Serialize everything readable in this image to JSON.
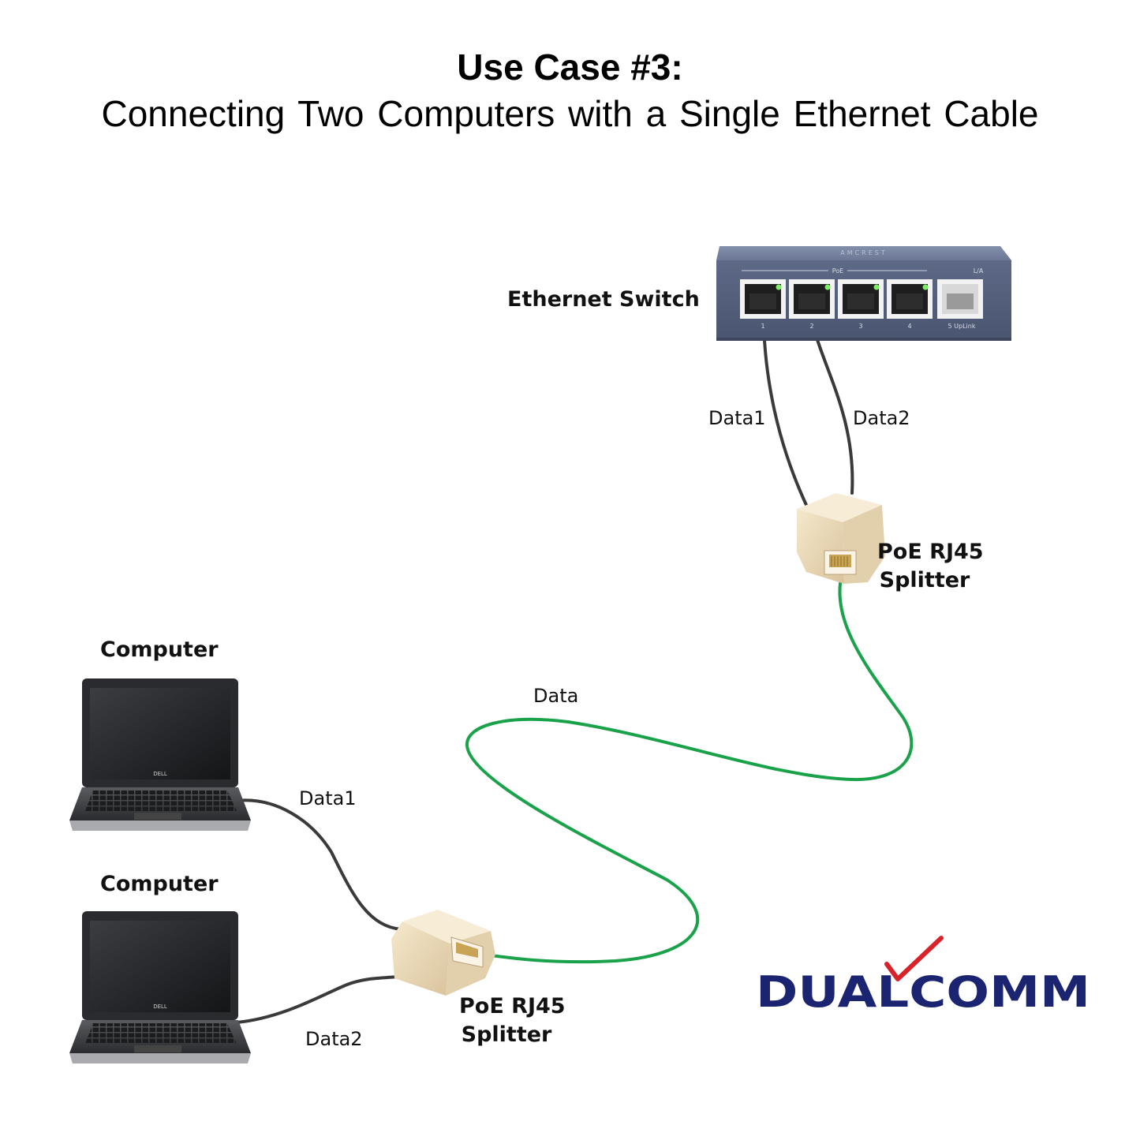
{
  "title": {
    "line1": "Use Case #3:",
    "line2": "Connecting Two Computers with a Single Ethernet Cable"
  },
  "switch": {
    "label": "Ethernet  Switch",
    "brand": "AMCREST",
    "poe_label": "PoE",
    "la_label": "L/A",
    "port_numbers": [
      "1",
      "2",
      "3",
      "4",
      "5 UpLink"
    ]
  },
  "cables": {
    "switch_data1": "Data1",
    "switch_data2": "Data2",
    "long_data": "Data",
    "pc_data1": "Data1",
    "pc_data2": "Data2"
  },
  "splitters": {
    "top_line1": "PoE RJ45",
    "top_line2": "Splitter",
    "bottom_line1": "PoE RJ45",
    "bottom_line2": "Splitter"
  },
  "computers": [
    {
      "label": "Computer",
      "brand": "DELL"
    },
    {
      "label": "Computer",
      "brand": "DELL"
    }
  ],
  "logo": {
    "text": "DUALCOMM",
    "color": "#1a2470",
    "check_color": "#d9232a"
  },
  "colors": {
    "green_cable": "#1aa24a",
    "gray_cable": "#3a3a3a",
    "switch_body": "#5e6a85",
    "splitter": "#ead9b8"
  }
}
